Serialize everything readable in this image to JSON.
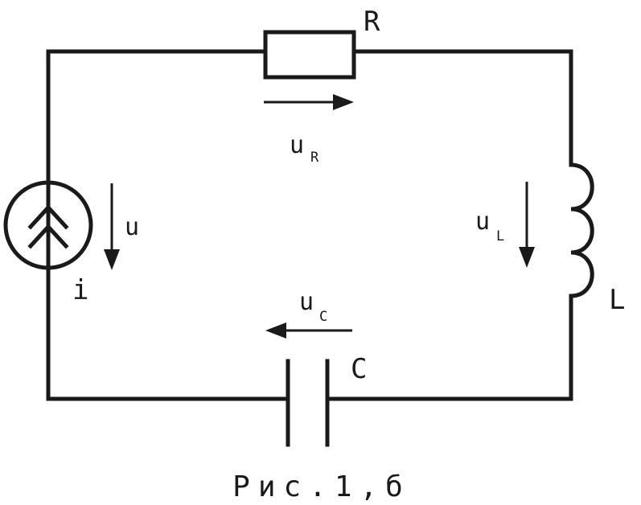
{
  "labels": {
    "resistor": "R",
    "inductor": "L",
    "capacitor": "C",
    "current": "i",
    "source_voltage": "u",
    "resistor_voltage_base": "u",
    "resistor_voltage_sub": "R",
    "inductor_voltage_base": "u",
    "inductor_voltage_sub": "L",
    "capacitor_voltage_base": "u",
    "capacitor_voltage_sub": "C"
  },
  "caption": "Рис.1,б"
}
